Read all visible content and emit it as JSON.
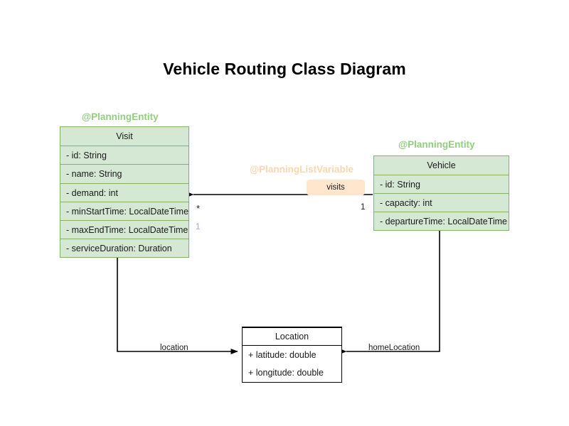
{
  "diagram": {
    "title": "Vehicle Routing Class Diagram",
    "background_color": "#ffffff",
    "entity_fill": "#d5e8d4",
    "entity_stroke": "#82b366",
    "listvar_fill": "#ffe6cc",
    "listvar_stroke": "#fad7ac",
    "plain_stroke": "#000000",
    "multiplicity_purple": "#b39ddb"
  },
  "classes": {
    "visit": {
      "stereotype": "@PlanningEntity",
      "name": "Visit",
      "attributes": [
        "- id: String",
        "- name: String",
        "- demand: int",
        "- minStartTime: LocalDateTime",
        "- maxEndTime: LocalDateTime",
        "- serviceDuration: Duration"
      ]
    },
    "vehicle": {
      "stereotype": "@PlanningEntity",
      "name": "Vehicle",
      "attributes": [
        "- id: String",
        "- capacity: int",
        "- departureTime: LocalDateTime"
      ]
    },
    "location": {
      "name": "Location",
      "attributes": [
        "+ latitude: double",
        "+ longitude: double"
      ]
    }
  },
  "relationships": {
    "visits": {
      "stereotype": "@PlanningListVariable",
      "label": "visits",
      "source_multiplicity": "1",
      "target_multiplicity": "*",
      "target_multiplicity_secondary": "1"
    },
    "visit_location": {
      "label": "location"
    },
    "vehicle_home_location": {
      "label": "homeLocation"
    }
  }
}
